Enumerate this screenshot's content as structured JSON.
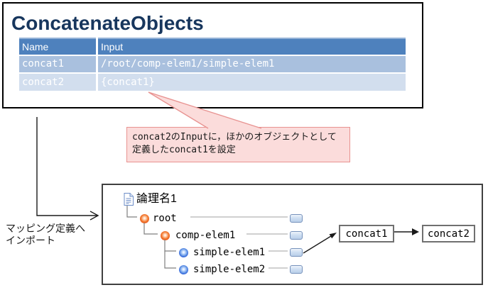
{
  "header_box": {
    "title": "ConcatenateObjects",
    "table": {
      "columns": [
        "Name",
        "Input"
      ],
      "rows": [
        {
          "name": "concat1",
          "input": "/root/comp-elem1/simple-elem1"
        },
        {
          "name": "concat2",
          "input": "{concat1}"
        }
      ]
    }
  },
  "callout": {
    "line1": "concat2のInputに，ほかのオブジェクトとして",
    "line2": "定義したconcat1を設定"
  },
  "import_label": {
    "line1": "マッピング定義へ",
    "line2": "インポート"
  },
  "tree": {
    "doc_label": "論理名1",
    "nodes": [
      {
        "label": "root",
        "icon": "complex-element-icon"
      },
      {
        "label": "comp-elem1",
        "icon": "complex-element-icon"
      },
      {
        "label": "simple-elem1",
        "icon": "simple-element-icon"
      },
      {
        "label": "simple-elem2",
        "icon": "simple-element-icon"
      }
    ]
  },
  "mapping": {
    "box1": "concat1",
    "box2": "concat2"
  },
  "icons": [
    "document-icon",
    "complex-element-icon",
    "simple-element-icon",
    "port-icon"
  ],
  "colors": {
    "title_navy": "#17365d",
    "table_header_blue": "#4e81bd",
    "table_row1_blue": "#a9c0de",
    "table_row2_blue": "#d2deee",
    "callout_fill_pink": "#fbdcdb",
    "callout_border_red": "#e89391",
    "port_fill_blue": "#cfdff2",
    "port_border_blue": "#7591bb"
  }
}
